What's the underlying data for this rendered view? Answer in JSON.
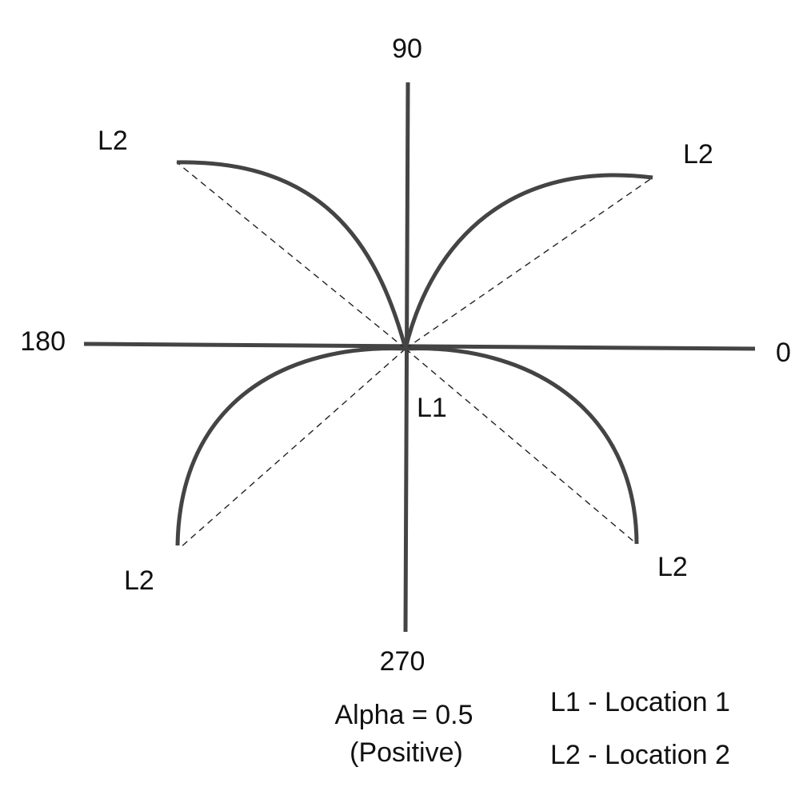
{
  "axis_labels": {
    "deg_0": "0",
    "deg_90": "90",
    "deg_180": "180",
    "deg_270": "270"
  },
  "points": {
    "origin": "L1",
    "upper_left": "L2",
    "upper_right": "L2",
    "lower_left": "L2",
    "lower_right": "L2"
  },
  "caption": {
    "line1": "Alpha = 0.5",
    "line2": "(Positive)"
  },
  "legend": {
    "entry1": "L1 - Location 1",
    "entry2": "L2 - Location 2"
  },
  "colors": {
    "curve": "#444444",
    "chord": "#222222",
    "text": "#111111"
  }
}
